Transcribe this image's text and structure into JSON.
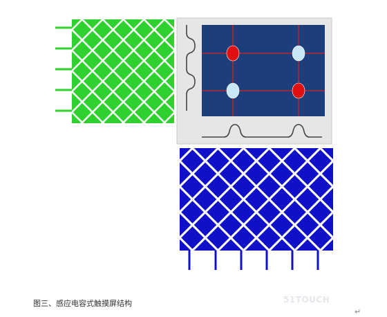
{
  "caption": "图三、感应电容式触摸屏结构",
  "watermark": "51TOUCH",
  "return_mark": "↵",
  "colors": {
    "green_electrode": "#2ed12e",
    "blue_electrode": "#1010c8",
    "sensor_panel": "#1c3e7a",
    "grid_line": "#e02020",
    "touch_red": "#e01010",
    "touch_light": "#c8e6f5",
    "frame_gray": "#e6e6e6"
  },
  "touch_points": [
    {
      "id": "tl",
      "color": "red"
    },
    {
      "id": "tr",
      "color": "light"
    },
    {
      "id": "bl",
      "color": "light"
    },
    {
      "id": "br",
      "color": "red"
    }
  ]
}
